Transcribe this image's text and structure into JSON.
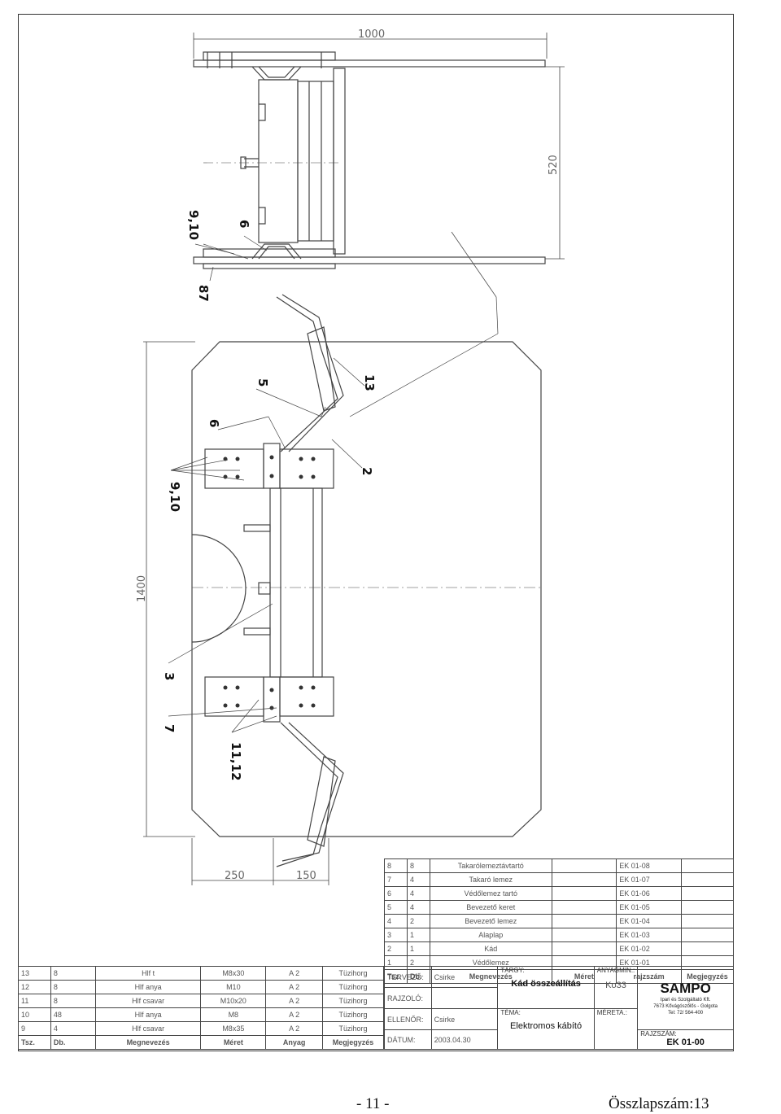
{
  "dimensions": {
    "width_top": "1000",
    "depth_top": "520",
    "height_side": "1400",
    "left_offset": "250",
    "right_offset": "150"
  },
  "callouts": [
    "9,10",
    "6",
    "87",
    "13",
    "5",
    "6",
    "2",
    "9,10",
    "3",
    "7",
    "11,12"
  ],
  "parts_list": [
    {
      "tsz": "8",
      "db": "8",
      "name": "Takarólemeztávtartó",
      "meret": "",
      "rajzszam": "EK 01-08",
      "megj": ""
    },
    {
      "tsz": "7",
      "db": "4",
      "name": "Takaró lemez",
      "meret": "",
      "rajzszam": "EK 01-07",
      "megj": ""
    },
    {
      "tsz": "6",
      "db": "4",
      "name": "Védőlemez tartó",
      "meret": "",
      "rajzszam": "EK 01-06",
      "megj": ""
    },
    {
      "tsz": "5",
      "db": "4",
      "name": "Bevezető keret",
      "meret": "",
      "rajzszam": "EK 01-05",
      "megj": ""
    },
    {
      "tsz": "4",
      "db": "2",
      "name": "Bevezető lemez",
      "meret": "",
      "rajzszam": "EK 01-04",
      "megj": ""
    },
    {
      "tsz": "3",
      "db": "1",
      "name": "Alaplap",
      "meret": "",
      "rajzszam": "EK 01-03",
      "megj": ""
    },
    {
      "tsz": "2",
      "db": "1",
      "name": "Kád",
      "meret": "",
      "rajzszam": "EK 01-02",
      "megj": ""
    },
    {
      "tsz": "1",
      "db": "2",
      "name": "Védőlemez",
      "meret": "",
      "rajzszam": "EK 01-01",
      "megj": ""
    }
  ],
  "hardware_list": [
    {
      "tsz": "13",
      "db": "8",
      "name": "Hlf t",
      "meret": "M8x30",
      "anyag": "A 2",
      "megj": "Tüzihorg"
    },
    {
      "tsz": "12",
      "db": "8",
      "name": "Hlf anya",
      "meret": "M10",
      "anyag": "A 2",
      "megj": "Tüzihorg"
    },
    {
      "tsz": "11",
      "db": "8",
      "name": "Hlf csavar",
      "meret": "M10x20",
      "anyag": "A 2",
      "megj": "Tüzihorg"
    },
    {
      "tsz": "10",
      "db": "48",
      "name": "Hlf anya",
      "meret": "M8",
      "anyag": "A 2",
      "megj": "Tüzihorg"
    },
    {
      "tsz": "9",
      "db": "4",
      "name": "Hlf csavar",
      "meret": "M8x35",
      "anyag": "A 2",
      "megj": "Tüzihorg"
    }
  ],
  "headers": {
    "tsz": "Tsz.",
    "db": "Db.",
    "megnevezes": "Megnevezés",
    "meret": "Méret",
    "rajzszam": "rajzszám",
    "megjegyzes": "Megjegyzés",
    "anyag": "Anyag"
  },
  "title_block": {
    "tervezo_label": "TERVEZŐ:",
    "tervezo": "Csirke",
    "rajzolo_label": "RAJZOLÓ:",
    "rajzolo": "",
    "ellenor_label": "ELLENŐR:",
    "ellenor": "Csirke",
    "datum_label": "DÁTUM:",
    "datum": "2003.04.30",
    "targy_label": "TÁRGY:",
    "targy": "Kád összeállítás",
    "tema_label": "TÉMA:",
    "tema": "Elektromos kábító",
    "anyagmin_label": "ANYAGMIN.:",
    "anyagmin": "Ko33",
    "mereta_label": "MÉRETA.:",
    "mereta": "",
    "company": "SAMPO",
    "company_sub": "Ipari és Szolgáltató Kft.",
    "company_addr": "7673 Kővágószőlős - Golgota",
    "company_tel": "Tel: 72/ 564-400",
    "rajzszam_label": "RAJZSZÁM:",
    "rajzszam": "EK 01-00"
  },
  "footer": {
    "page": "- 11 -",
    "total": "Összlapszám:13"
  }
}
